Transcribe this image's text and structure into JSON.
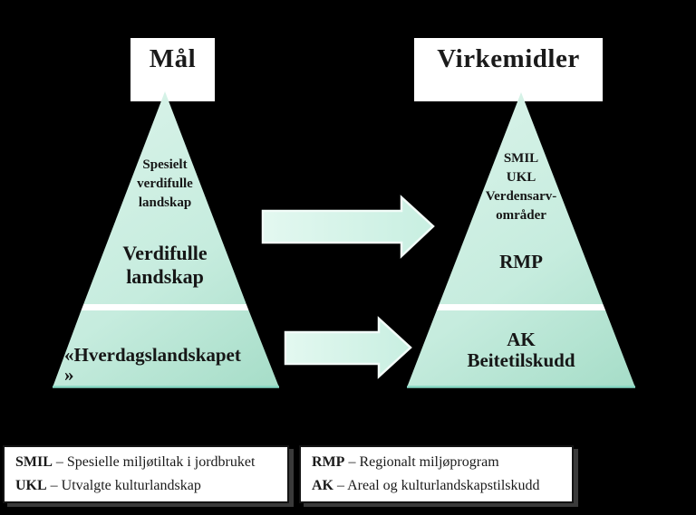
{
  "colors": {
    "background": "#000000",
    "pyramid_gradient_start": "#d9f3e9",
    "pyramid_gradient_end": "#a6ddc8",
    "pyramid_base_edge": "#86d7c3",
    "divider": "#ffffff",
    "arrow_fill_start": "#e3f8f0",
    "arrow_fill_end": "#c8efe1",
    "arrow_outline": "#f2fcf8",
    "box_background": "#ffffff",
    "text": "#1a1a1a"
  },
  "goals": {
    "title": "Mål",
    "tiers": {
      "top": "Spesielt\nverdifulle\nlandskap",
      "middle": "Verdifulle\nlandskap",
      "bottom": "«Hverdagslandskapet\n»"
    }
  },
  "instruments": {
    "title": "Virkemidler",
    "tiers": {
      "top": "SMIL\nUKL\nVerdensarv-\nområder",
      "middle": "RMP",
      "bottom": "AK\nBeitetilskudd"
    }
  },
  "legend": {
    "left_box": {
      "rows": [
        {
          "abbr": "SMIL",
          "desc": " – Spesielle miljøtiltak i jordbruket"
        },
        {
          "abbr": "UKL",
          "desc": " – Utvalgte kulturlandskap"
        }
      ]
    },
    "right_box": {
      "rows": [
        {
          "abbr": "RMP",
          "desc": " – Regionalt miljøprogram"
        },
        {
          "abbr": "AK",
          "desc": " – Areal og kulturlandskapstilskudd"
        }
      ]
    }
  }
}
